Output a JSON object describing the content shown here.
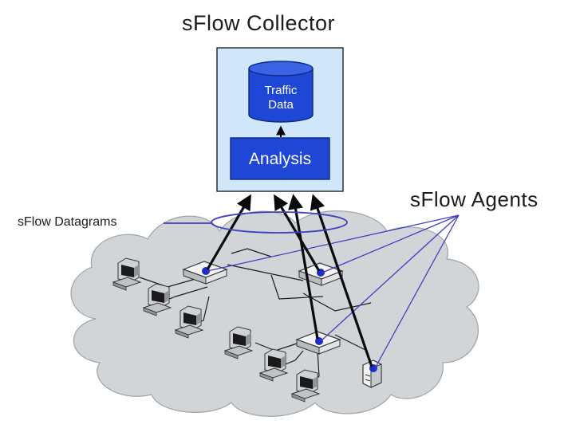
{
  "diagram": {
    "collector_title": "sFlow Collector",
    "storage_label_line1": "Traffic",
    "storage_label_line2": "Data",
    "analysis_label": "Analysis",
    "agents_label": "sFlow Agents",
    "datagrams_label": "sFlow Datagrams"
  },
  "colors": {
    "collector_fill": "#cfe6fb",
    "block_fill": "#1e47d6",
    "cloud_fill": "#d2d5d8",
    "link_blue": "#3f3fc2",
    "arrow_black": "#0a0a0a"
  },
  "icons": {
    "workstation": "workstation-icon",
    "switch": "switch-icon",
    "router": "router-icon",
    "database": "database-icon"
  }
}
